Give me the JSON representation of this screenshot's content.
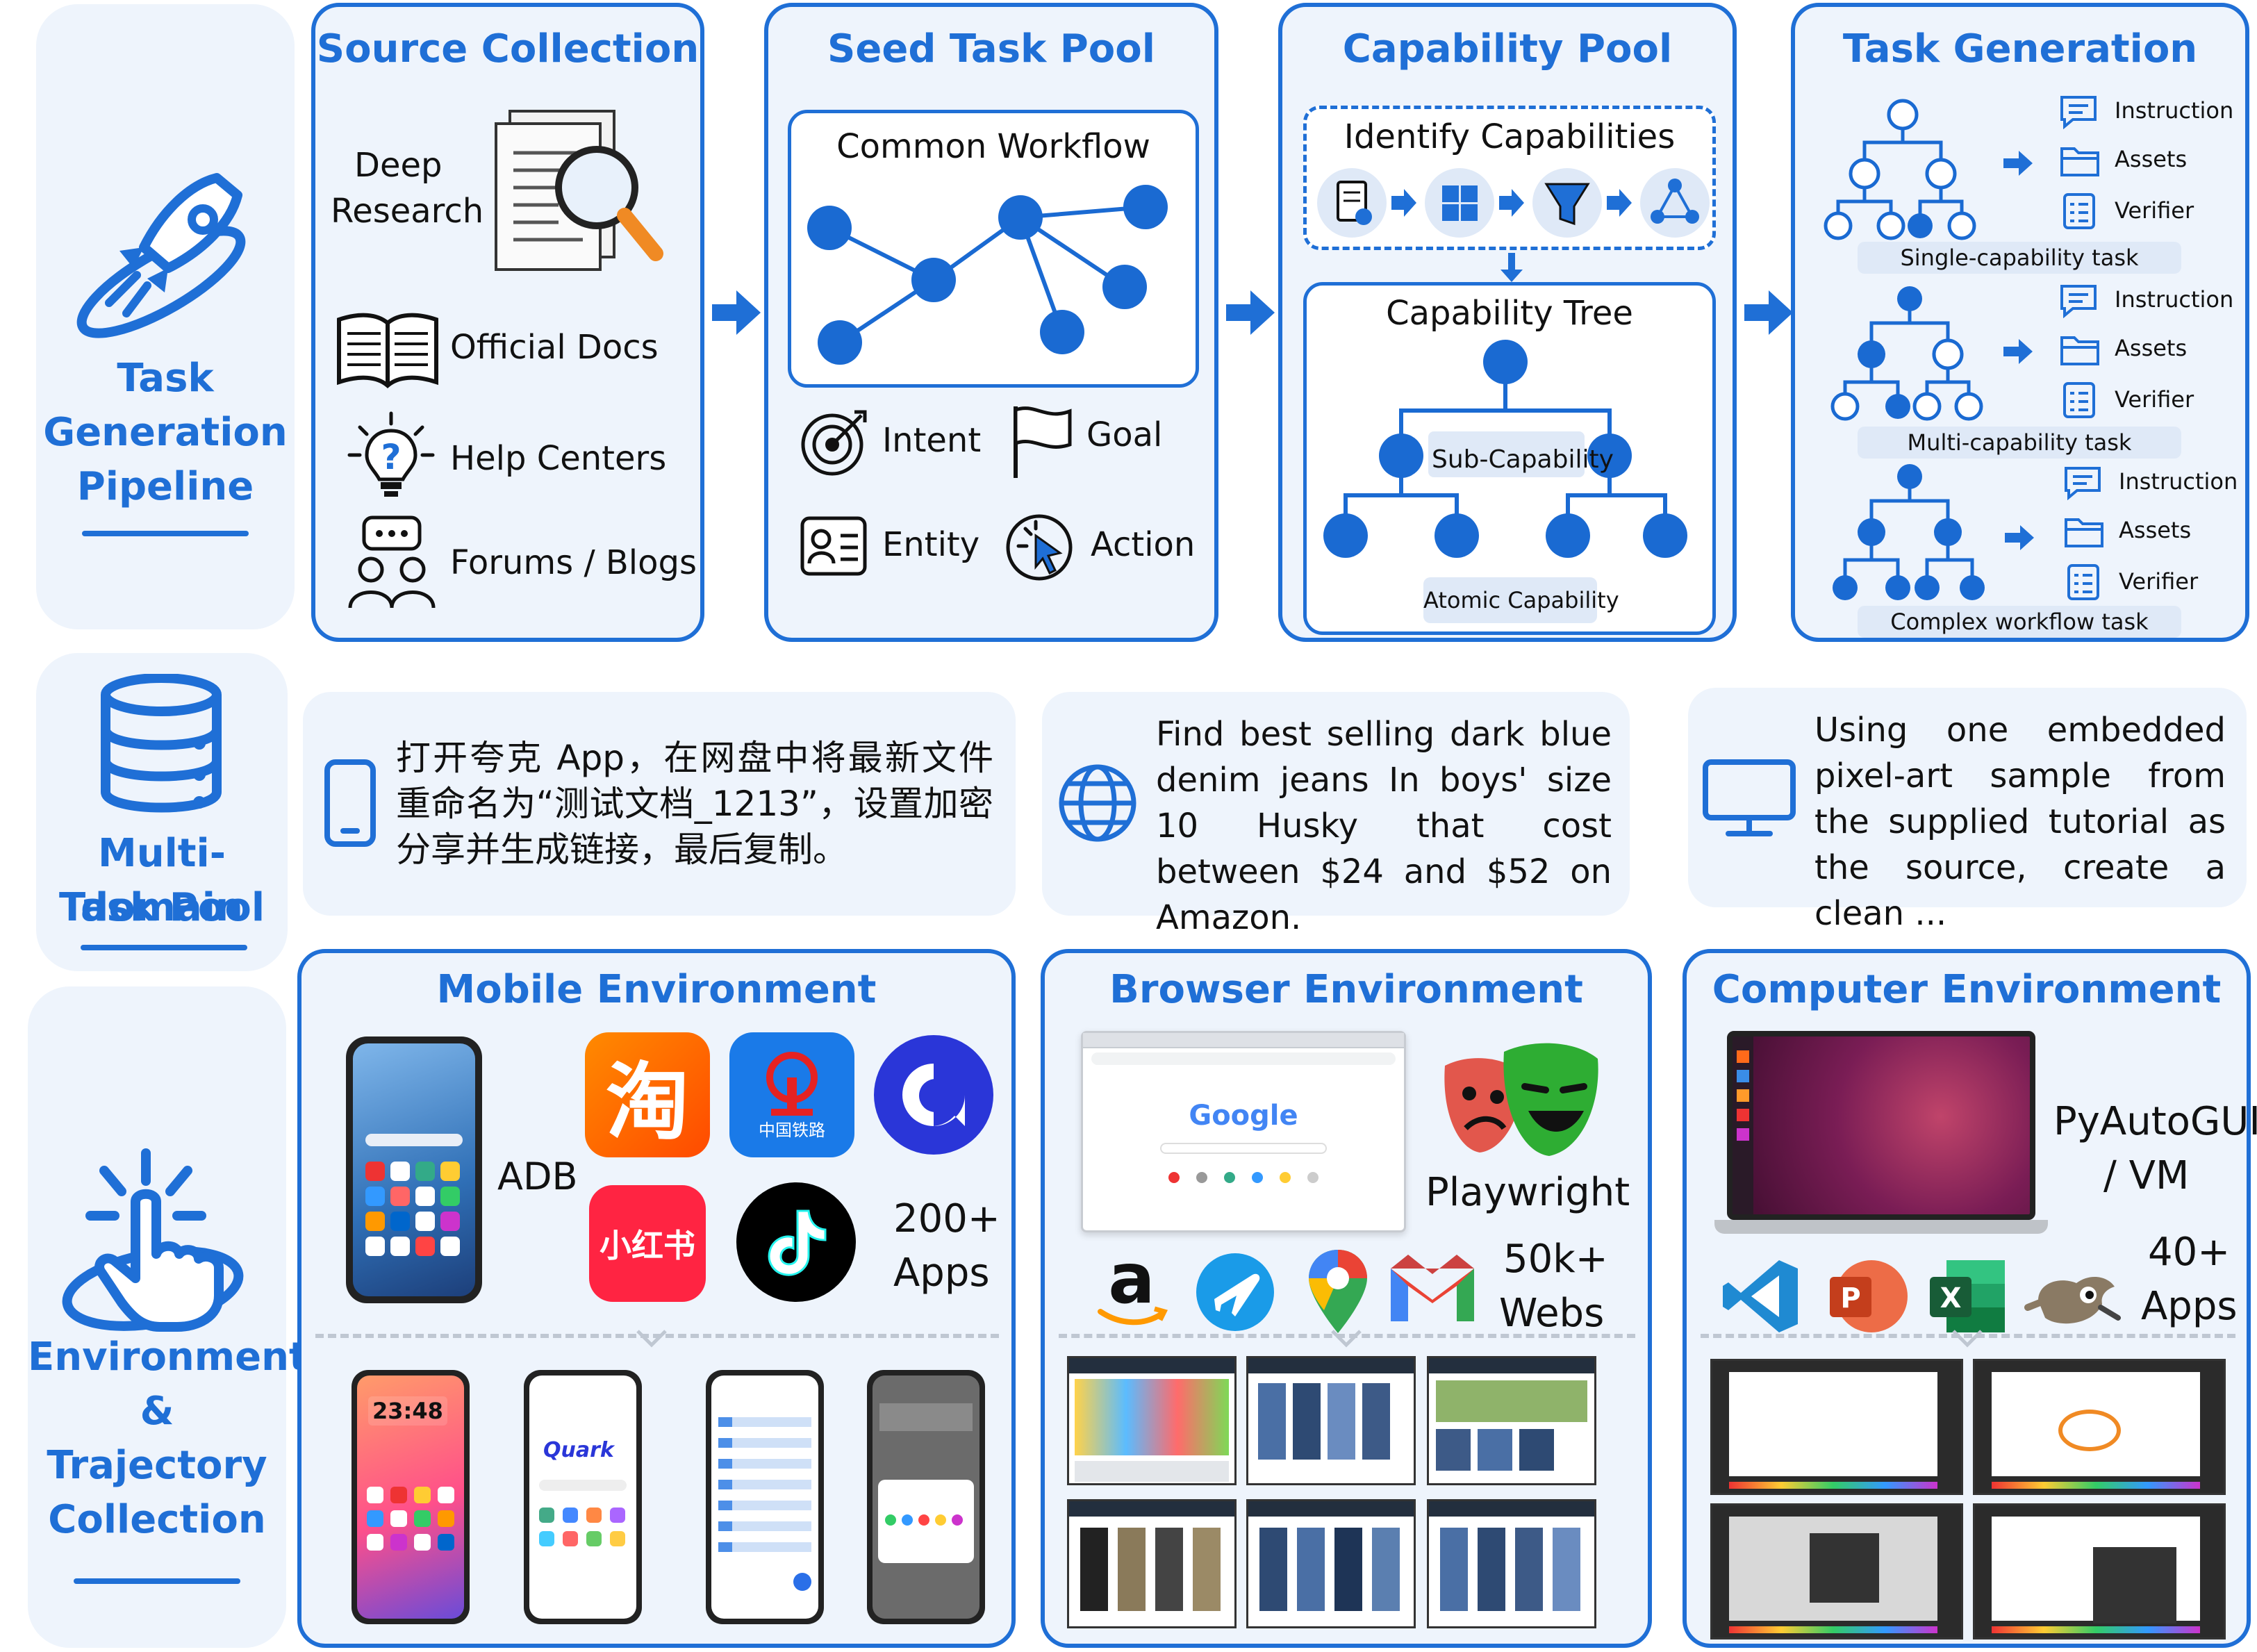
{
  "colors": {
    "accent": "#1f6fd6",
    "panel_bg": "#eef4fc",
    "node": "#1a6ad2"
  },
  "sidebar": {
    "task_generation": [
      "Task",
      "Generation",
      "Pipeline"
    ],
    "task_pool": [
      "Multi-domain",
      "Task Pool"
    ],
    "environments": [
      "Environments",
      "&",
      "Trajectory",
      "Collection"
    ]
  },
  "source_collection": {
    "title": "Source Collection",
    "deep_research": [
      "Deep",
      "Research"
    ],
    "official_docs": "Official Docs",
    "help_centers": "Help Centers",
    "forums_blogs": "Forums / Blogs"
  },
  "seed_task_pool": {
    "title": "Seed Task Pool",
    "common_workflow": "Common Workflow",
    "intent": "Intent",
    "goal": "Goal",
    "entity": "Entity",
    "action": "Action"
  },
  "capability_pool": {
    "title": "Capability Pool",
    "identify": "Identify Capabilities",
    "tree": "Capability Tree",
    "sub": "Sub-Capability",
    "atomic": "Atomic Capability"
  },
  "task_generation": {
    "title": "Task Generation",
    "instruction": "Instruction",
    "assets": "Assets",
    "verifier": "Verifier",
    "single": "Single-capability task",
    "multi": "Multi-capability task",
    "complex": "Complex workflow task"
  },
  "tasks": {
    "mobile": "打开夸克 App，在网盘中将最新文件重命名为“测试文档_1213”，设置加密分享并生成链接，最后复制。",
    "browser": "Find best selling dark blue denim jeans In boys' size 10 Husky that cost between $24 and $52 on Amazon.",
    "computer": "Using one embedded pixel-art sample from the supplied tutorial as the source, create a clean ..."
  },
  "mobile_env": {
    "title": "Mobile Environment",
    "adb": "ADB",
    "apps_count": "200+",
    "apps_label": "Apps",
    "app_taobao": "淘",
    "app_railway": "中国铁路",
    "app_xhs": "小红书",
    "phone_time": "23:48",
    "quark": "Quark"
  },
  "browser_env": {
    "title": "Browser Environment",
    "google": "Google",
    "playwright": "Playwright",
    "webs_count": "50k+",
    "webs_label": "Webs"
  },
  "computer_env": {
    "title": "Computer Environment",
    "pyautogui": "PyAutoGUI",
    "vm": "/ VM",
    "apps_count": "40+",
    "apps_label": "Apps"
  }
}
